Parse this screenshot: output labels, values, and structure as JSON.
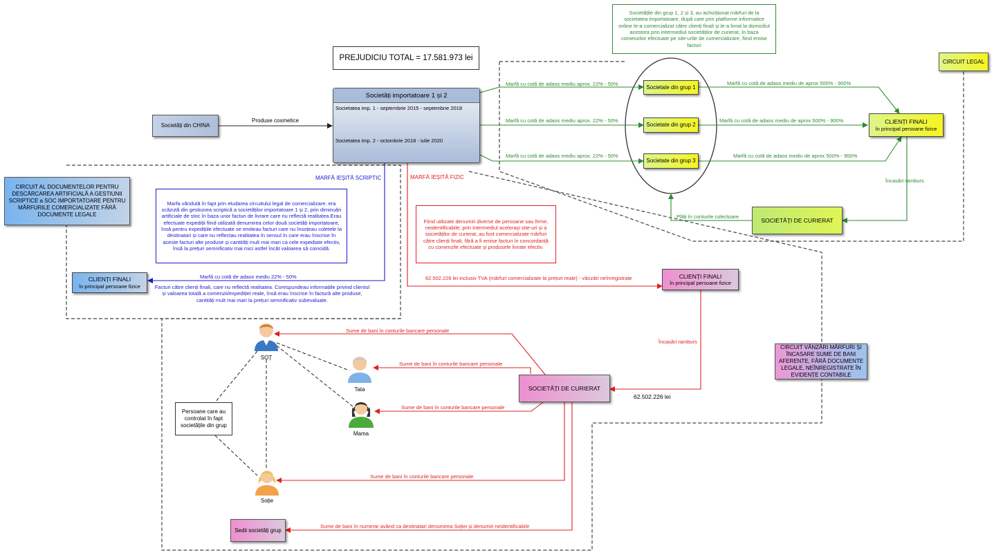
{
  "title": {
    "text": "PREJUDICIU TOTAL = 17.581.973 lei"
  },
  "green_note": {
    "text": "Societățile din grup 1, 2 și 3, au achiziționat mărfuri de la societatea importatoare, după care prin platforme informatice online le-a comercializat către clienți finali și le-a livrat la domiciliul acestora prin intermediul societăților de curierat, în baza comenzilor efectuate pe site-urile de comercializare, fiind emise facturi"
  },
  "circuit_legal": {
    "label": "CIRCUIT LEGAL"
  },
  "china": {
    "label": "Societăți din CHINA"
  },
  "china_arrow": {
    "label": "Produse cosmetice"
  },
  "importers": {
    "header": "Societăți importatoare 1 și 2",
    "line1": "Societatea imp. 1 - septembrie 2015 - septembrie 2018",
    "line2": "Societatea imp. 2 - octombrie 2018 - iulie 2020"
  },
  "groups": [
    {
      "label": "Societate din grup 1",
      "in_label": "Marfă cu cotă de adaos mediu aprox. 22% - 50%",
      "out_label": "Marfă cu cotă de adaos mediu de aprox 500% - 900%"
    },
    {
      "label": "Societate din grup 2",
      "in_label": "Marfă cu cotă de adaos mediu aprox. 22% - 50%",
      "out_label": "Marfă cu cotă de adaos mediu de aprox 500% - 900%"
    },
    {
      "label": "Societate din grup 3",
      "in_label": "Marfă cu cotă de adaos mediu aprox. 22% - 50%",
      "out_label": "Marfă cu cotă de adaos mediu de aprox 500% - 900%"
    }
  ],
  "final_clients_legal": {
    "title": "CLIENȚI FINALI",
    "subtitle": "în principal persoane fizice"
  },
  "incasari_ramburs_legal": {
    "label": "Încasări ramburs"
  },
  "courier_legal": {
    "label": "SOCIETĂȚI DE CURIERAT"
  },
  "plati_colectoare": {
    "label": "Plăți în conturile colectoare"
  },
  "circuit_scriptic": {
    "label": "CIRCUIT AL DOCUMENTELOR PENTRU DESCĂRCAREA ARTIFICIALĂ A GESTIUNII SCRIPTICE a SOC IMPORTATOARE PENTRU MĂRFURILE COMERCIALIZATE FĂRĂ DOCUMENTE LEGALE"
  },
  "marfa_scriptic": {
    "label": "MARFĂ IEȘITĂ SCRIPTIC"
  },
  "marfa_fizic": {
    "label": "MARFĂ IEȘITĂ FIZIC"
  },
  "blue_note": {
    "text": "Marfa vândută în fapt prin eludarea circuitului legal de comercializare, era scăzută din gestiunea scriptică a societăților importatoare 1 și 2, prin diminuări artificiale de stoc în baza unor facturi de livrare care nu reflectă realitatea.Erau efectuate expediții fiind utilizată denumirea celor două societăți importatoare, însă pentru expedițiile efectuate se emiteau facturi care nu însoțeau coletele la destinatari și care nu reflectau realitatea în sensul în care erau înscrise în aceste facturi alte produse și cantități mult mai mari ca cele expediate efectiv, însă la prețuri semnificativ mai mici astfel încât valoarea să coincidă."
  },
  "final_clients_scriptic": {
    "title": "CLIENȚI FINALI",
    "subtitle": "în principal persoane fizice"
  },
  "scriptic_arrow": {
    "label": "Marfă cu cotă de adaos mediu 22% - 50%"
  },
  "scriptic_caption": {
    "text": "Facturi către clienți finali, care nu reflectă realitatea. Corespundeau informațiile privind clientul și valoarea totală a comenzii/expediției reale, însă erau înscrise în factură alte produse, cantități mult mai mari la prețuri semnificativ subevaluate."
  },
  "red_note": {
    "text": "Fiind utilizate denumiri diverse de persoane sau firme, neidentificabile, prin intermediul acelorași site-uri și a societăților de curierat, au fost comercializate mărfuri către clienți finali, fără a fi emise facturi în concordanță cu comenzile efectuate și produsele livrate efectiv."
  },
  "red_arrow": {
    "label": "62.502.226 lei inclusiv TVA (mărfuri comercializate la prețuri reale) - vânzări neînregistrate"
  },
  "final_clients_fizic": {
    "title": "CLIENȚI FINALI",
    "subtitle": "în principal persoane fizice"
  },
  "incasari_ramburs_fizic": {
    "label": "Încasări ramburs"
  },
  "courier_fizic": {
    "label": "SOCIETĂȚI DE CURIERAT"
  },
  "amount_courier": {
    "label": "62.502.226 lei"
  },
  "circuit_vanzari": {
    "label": "CIRCUIT VÂNZĂRI MĂRFURI ȘI ÎNCASARE SUME DE BANI AFERENTE, FĂRĂ DOCUMENTE LEGALE, NEÎNREGISTRATE ÎN EVIDENȚE CONTABILE"
  },
  "persons": {
    "sot": "SOȚ",
    "tata": "Tata",
    "mama": "Mama",
    "sotie": "Soție"
  },
  "control_box": {
    "text": "Persoane care au controlat în fapt societățile din grup"
  },
  "sedii": {
    "label": "Sedii societăți grup"
  },
  "money_flows": {
    "to_sot": "Sume de bani în conturile bancare personale",
    "to_tata": "Sume de bani în conturile bancare personale",
    "to_mama": "Sume de bani în conturile bancare personale",
    "to_sotie": "Sume de bani în conturile bancare personale",
    "to_sedii": "Sume de bani în numerar având ca destinatari denumirea Soției și denumiri neidentificabile"
  },
  "colors": {
    "green": "#2e8b2e",
    "red": "#e02020",
    "blue": "#1a1acc",
    "group_fill": "#f0f545",
    "clients_legal_fill": "#e4f542",
    "courier_legal_fill": "#cfee6a",
    "pink_fill": "#e79ad2",
    "light_blue_fill": "#8fbfe6",
    "importer_fill": "#b8c8e0"
  }
}
